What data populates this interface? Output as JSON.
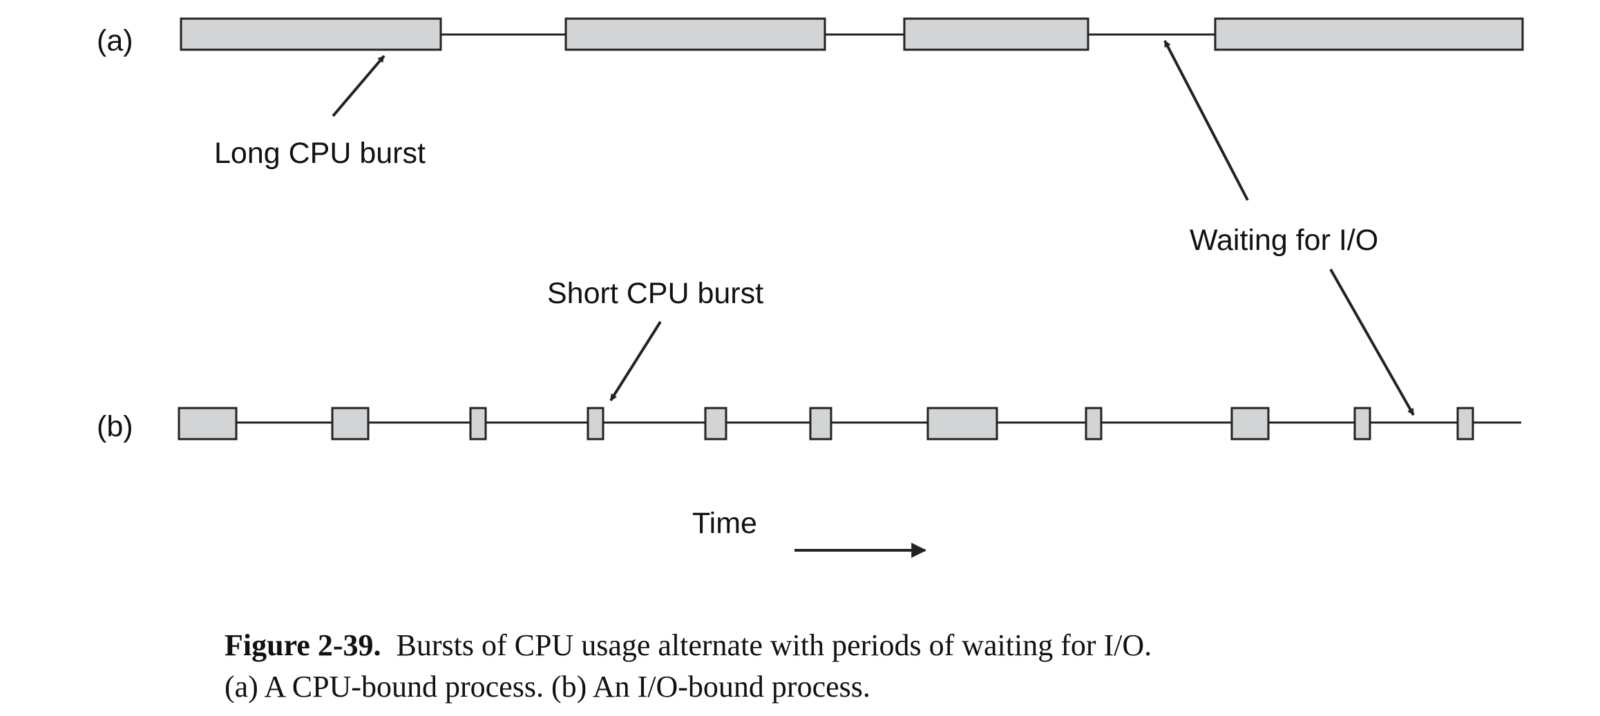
{
  "labels": {
    "row_a": "(a)",
    "row_b": "(b)",
    "long_burst": "Long CPU burst",
    "short_burst": "Short CPU burst",
    "waiting_io": "Waiting for I/O",
    "time": "Time"
  },
  "caption": {
    "figure_number": "Figure 2-39.",
    "line1": "Bursts of CPU usage alternate with periods of waiting for I/O.",
    "line2": "(a) A CPU-bound process. (b) An I/O-bound process."
  },
  "colors": {
    "burst_fill": "#d3d4d6",
    "stroke": "#222222"
  }
}
